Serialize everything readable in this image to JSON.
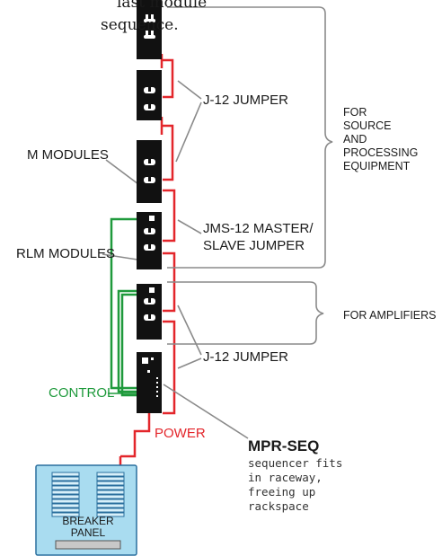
{
  "intro_text": [
    "last module",
    "sequence."
  ],
  "labels": {
    "j12_jumper_top": "J-12 JUMPER",
    "m_modules": "M MODULES",
    "jms12": [
      "JMS-12 MASTER/",
      "SLAVE JUMPER"
    ],
    "rlm_modules": "RLM MODULES",
    "for_source": [
      "FOR",
      "SOURCE",
      "AND",
      "PROCESSING",
      "EQUIPMENT"
    ],
    "for_amplifiers": "FOR AMPLIFIERS",
    "j12_jumper_bottom": "J-12 JUMPER",
    "control": "CONTROL",
    "power": "POWER",
    "mpr_title": "MPR-SEQ",
    "mpr_desc": [
      "sequencer fits",
      "in raceway,",
      "freeing up",
      "rackspace"
    ],
    "breaker": [
      "BREAKER",
      "PANEL"
    ]
  },
  "colors": {
    "module": "#111111",
    "power_wire": "#e3262b",
    "control_wire": "#1f9a3c",
    "bracket": "#8a8a8a",
    "panel": "#a9dcf0",
    "panel_border": "#2a6f9e"
  },
  "modules": [
    {
      "type": "M"
    },
    {
      "type": "M"
    },
    {
      "type": "M"
    },
    {
      "type": "RLM"
    },
    {
      "type": "RLM"
    },
    {
      "type": "MPR-SEQ"
    }
  ]
}
